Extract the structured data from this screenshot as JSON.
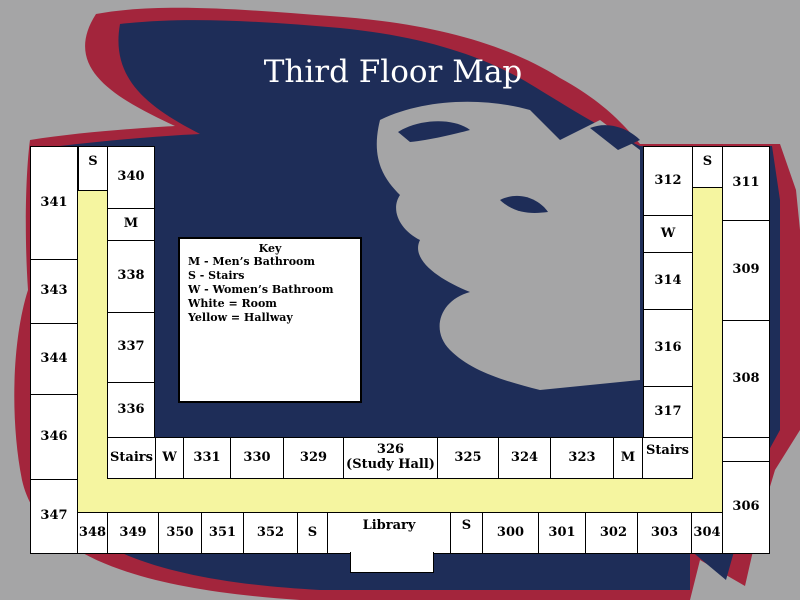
{
  "title": "Third Floor Map",
  "colors": {
    "background": "#a5a5a6",
    "mascot_navy": "#1e2d58",
    "mascot_red": "#a3253c",
    "room": "#ffffff",
    "hallway": "#f5f5a0"
  },
  "key": {
    "title": "Key",
    "lines": [
      "M - Men’s Bathroom",
      "S - Stairs",
      "W - Women’s Bathroom",
      "White = Room",
      "Yellow = Hallway"
    ]
  },
  "rooms": {
    "r341": "341",
    "r343": "343",
    "r344": "344",
    "r346": "346",
    "r347": "347",
    "stairs_nw": "S",
    "r340": "340",
    "m_west": "M",
    "r338": "338",
    "r337": "337",
    "r336": "336",
    "stairs_sw": "Stairs",
    "w_south": "W",
    "r331": "331",
    "r330": "330",
    "r329": "329",
    "r326": "326",
    "r326_sub": "(Study Hall)",
    "r325": "325",
    "r324": "324",
    "r323": "323",
    "m_south": "M",
    "stairs_se": "Stairs",
    "r348": "348",
    "r349": "349",
    "r350": "350",
    "r351": "351",
    "r352": "352",
    "stairs_s1": "S",
    "library": "Library",
    "stairs_s2": "S",
    "r300": "300",
    "r301": "301",
    "r302": "302",
    "r303": "303",
    "r304": "304",
    "r312": "312",
    "stairs_ne": "S",
    "r311": "311",
    "w_east": "W",
    "r314": "314",
    "r309": "309",
    "r316": "316",
    "r308": "308",
    "r317": "317",
    "r306": "306"
  }
}
